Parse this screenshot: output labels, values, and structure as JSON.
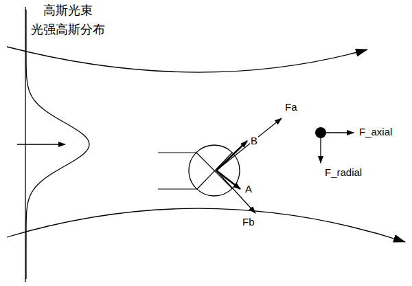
{
  "diagram": {
    "labels": [
      "高斯光束",
      "光强高斯分布",
      "Fa",
      "B",
      "A",
      "Fb",
      "F_axial",
      "F_radial"
    ]
  }
}
